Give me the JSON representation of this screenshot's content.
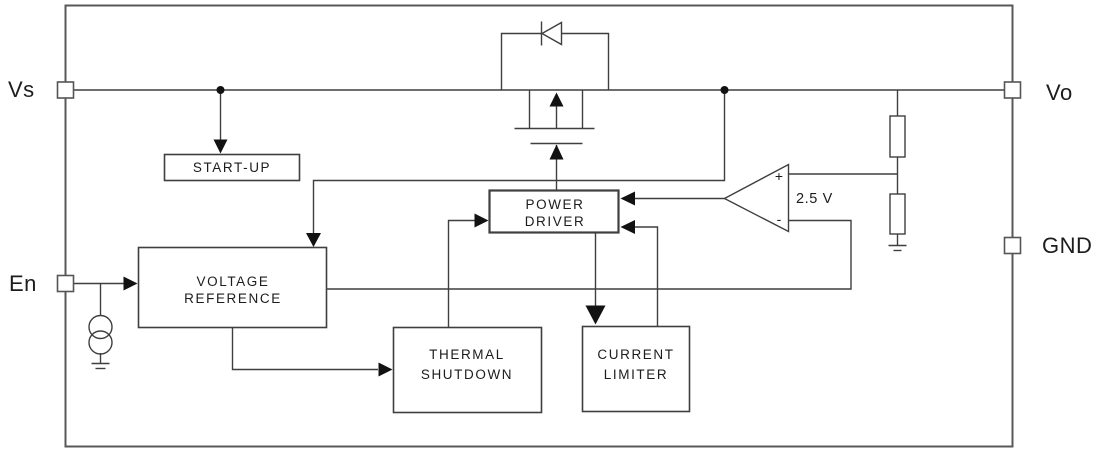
{
  "pins": {
    "vs": "Vs",
    "en": "En",
    "vo": "Vo",
    "gnd": "GND"
  },
  "blocks": {
    "startup": {
      "label": "START-UP"
    },
    "voltage_reference": {
      "line1": "VOLTAGE",
      "line2": "REFERENCE"
    },
    "power_driver": {
      "line1": "POWER",
      "line2": "DRIVER"
    },
    "thermal_shutdown": {
      "line1": "THERMAL",
      "line2": "SHUTDOWN"
    },
    "current_limiter": {
      "line1": "CURRENT",
      "line2": "LIMITER"
    }
  },
  "amplifier": {
    "reference_voltage": "2.5 V",
    "plus_input": "+",
    "minus_input": "-"
  },
  "colors": {
    "wire": "#3f3f3f",
    "border": "#58585a",
    "arrow": "#121212",
    "text": "#1c1c1c",
    "background": "#ffffff"
  }
}
